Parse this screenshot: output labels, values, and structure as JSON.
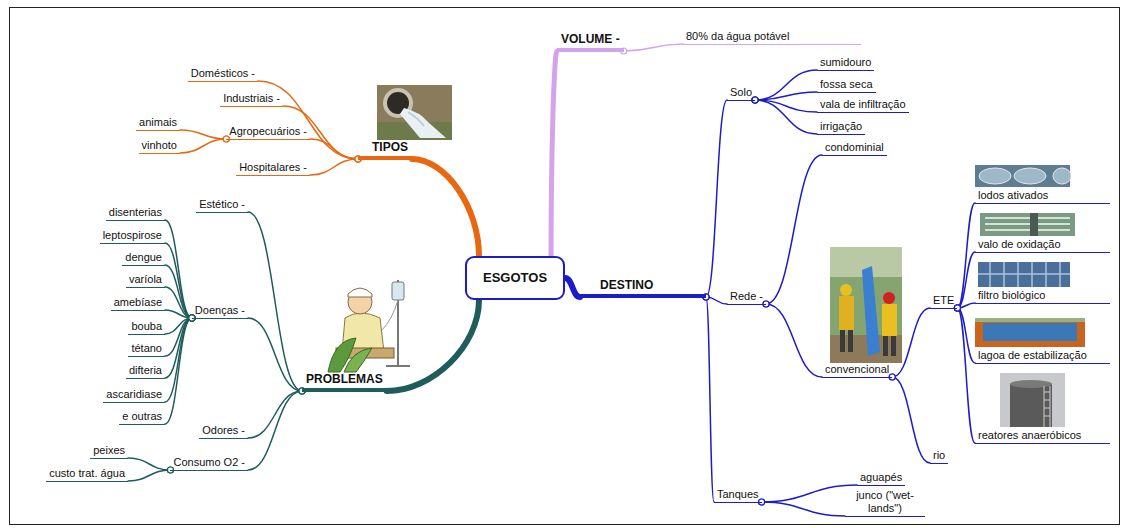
{
  "diagram": {
    "nodes": [
      {
        "text": [
          "ESGOTOS"
        ]
      },
      {
        "text": [
          "VOLUME -"
        ]
      },
      {
        "text": [
          "80% da água potável"
        ]
      },
      {
        "text": [
          "TIPOS"
        ]
      },
      {
        "text": [
          "Domésticos -"
        ]
      },
      {
        "text": [
          "Industriais -"
        ]
      },
      {
        "text": [
          "Agropecuários -"
        ]
      },
      {
        "text": [
          "animais"
        ]
      },
      {
        "text": [
          "vinhoto"
        ]
      },
      {
        "text": [
          "Hospitalares -"
        ]
      },
      {
        "text": [
          "PROBLEMAS"
        ]
      },
      {
        "text": [
          "Estético -"
        ]
      },
      {
        "text": [
          "Doenças -"
        ]
      },
      {
        "text": [
          "disenterias"
        ]
      },
      {
        "text": [
          "leptospirose"
        ]
      },
      {
        "text": [
          "dengue"
        ]
      },
      {
        "text": [
          "varíola"
        ]
      },
      {
        "text": [
          "amebíase"
        ]
      },
      {
        "text": [
          "bouba"
        ]
      },
      {
        "text": [
          "tétano"
        ]
      },
      {
        "text": [
          "difteria"
        ]
      },
      {
        "text": [
          "ascaridiase"
        ]
      },
      {
        "text": [
          "e outras"
        ]
      },
      {
        "text": [
          "Odores -"
        ]
      },
      {
        "text": [
          "Consumo O2 -"
        ]
      },
      {
        "text": [
          "peixes"
        ]
      },
      {
        "text": [
          "custo trat. água"
        ]
      },
      {
        "text": [
          "DESTINO"
        ]
      },
      {
        "text": [
          "Solo"
        ]
      },
      {
        "text": [
          "sumidouro"
        ]
      },
      {
        "text": [
          "fossa seca"
        ]
      },
      {
        "text": [
          "vala de infiltração"
        ]
      },
      {
        "text": [
          "irrigação"
        ]
      },
      {
        "text": [
          "Rede -"
        ]
      },
      {
        "text": [
          "condominial"
        ]
      },
      {
        "text": [
          "convencional"
        ]
      },
      {
        "text": [
          "ETE"
        ]
      },
      {
        "text": [
          "lodos ativados"
        ]
      },
      {
        "text": [
          "valo de oxidação"
        ]
      },
      {
        "text": [
          "filtro biológico"
        ]
      },
      {
        "text": [
          "lagoa de estabilização"
        ]
      },
      {
        "text": [
          "reatores anaeróbicos"
        ]
      },
      {
        "text": [
          "rio"
        ]
      },
      {
        "text": [
          "Tanques"
        ]
      },
      {
        "text": [
          "aguapés"
        ]
      },
      {
        "text": [
          "junco (\"wet-lands\")"
        ]
      }
    ],
    "edges": [
      {
        "from": 0,
        "to": 1,
        "arrow": "none"
      },
      {
        "from": 1,
        "to": 2,
        "arrow": "none"
      },
      {
        "from": 0,
        "to": 3,
        "arrow": "none"
      },
      {
        "from": 3,
        "to": 4,
        "arrow": "none"
      },
      {
        "from": 3,
        "to": 5,
        "arrow": "none"
      },
      {
        "from": 3,
        "to": 6,
        "arrow": "none"
      },
      {
        "from": 6,
        "to": 7,
        "arrow": "none"
      },
      {
        "from": 6,
        "to": 8,
        "arrow": "none"
      },
      {
        "from": 3,
        "to": 9,
        "arrow": "none"
      },
      {
        "from": 0,
        "to": 10,
        "arrow": "none"
      },
      {
        "from": 10,
        "to": 11,
        "arrow": "none"
      },
      {
        "from": 10,
        "to": 12,
        "arrow": "none"
      },
      {
        "from": 12,
        "to": 13,
        "arrow": "none"
      },
      {
        "from": 12,
        "to": 14,
        "arrow": "none"
      },
      {
        "from": 12,
        "to": 15,
        "arrow": "none"
      },
      {
        "from": 12,
        "to": 16,
        "arrow": "none"
      },
      {
        "from": 12,
        "to": 17,
        "arrow": "none"
      },
      {
        "from": 12,
        "to": 18,
        "arrow": "none"
      },
      {
        "from": 12,
        "to": 19,
        "arrow": "none"
      },
      {
        "from": 12,
        "to": 20,
        "arrow": "none"
      },
      {
        "from": 12,
        "to": 21,
        "arrow": "none"
      },
      {
        "from": 12,
        "to": 22,
        "arrow": "none"
      },
      {
        "from": 10,
        "to": 23,
        "arrow": "none"
      },
      {
        "from": 10,
        "to": 24,
        "arrow": "none"
      },
      {
        "from": 24,
        "to": 25,
        "arrow": "none"
      },
      {
        "from": 24,
        "to": 26,
        "arrow": "none"
      },
      {
        "from": 0,
        "to": 27,
        "arrow": "none"
      },
      {
        "from": 27,
        "to": 28,
        "arrow": "none"
      },
      {
        "from": 28,
        "to": 29,
        "arrow": "none"
      },
      {
        "from": 28,
        "to": 30,
        "arrow": "none"
      },
      {
        "from": 28,
        "to": 31,
        "arrow": "none"
      },
      {
        "from": 28,
        "to": 32,
        "arrow": "none"
      },
      {
        "from": 27,
        "to": 33,
        "arrow": "none"
      },
      {
        "from": 33,
        "to": 34,
        "arrow": "none"
      },
      {
        "from": 33,
        "to": 35,
        "arrow": "none"
      },
      {
        "from": 35,
        "to": 36,
        "arrow": "none"
      },
      {
        "from": 36,
        "to": 37,
        "arrow": "none"
      },
      {
        "from": 36,
        "to": 38,
        "arrow": "none"
      },
      {
        "from": 36,
        "to": 39,
        "arrow": "none"
      },
      {
        "from": 36,
        "to": 40,
        "arrow": "none"
      },
      {
        "from": 36,
        "to": 41,
        "arrow": "none"
      },
      {
        "from": 35,
        "to": 42,
        "arrow": "none"
      },
      {
        "from": 27,
        "to": 43,
        "arrow": "none"
      },
      {
        "from": 43,
        "to": 44,
        "arrow": "none"
      },
      {
        "from": 43,
        "to": 45,
        "arrow": "none"
      }
    ]
  }
}
